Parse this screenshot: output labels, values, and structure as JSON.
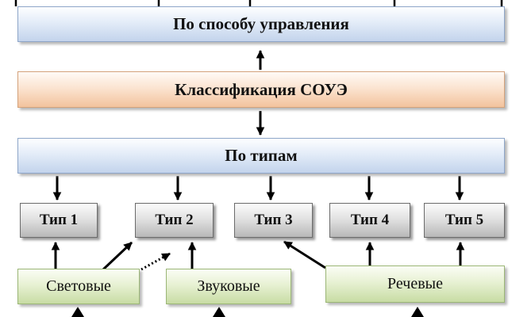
{
  "diagram": {
    "bands": {
      "control_method": "По способу управления",
      "classification": "Классификация СОУЭ",
      "by_types": "По типам"
    },
    "types": [
      "Тип 1",
      "Тип 2",
      "Тип 3",
      "Тип 4",
      "Тип 5"
    ],
    "signals": {
      "light": "Световые",
      "sound": "Звуковые",
      "speech": "Речевые"
    },
    "colors": {
      "band_blue": "#c3d4ec",
      "band_orange": "#f3c39d",
      "type_gray": "#b8b8b8",
      "signal_green": "#c8dca4",
      "arrow": "#000000"
    }
  }
}
